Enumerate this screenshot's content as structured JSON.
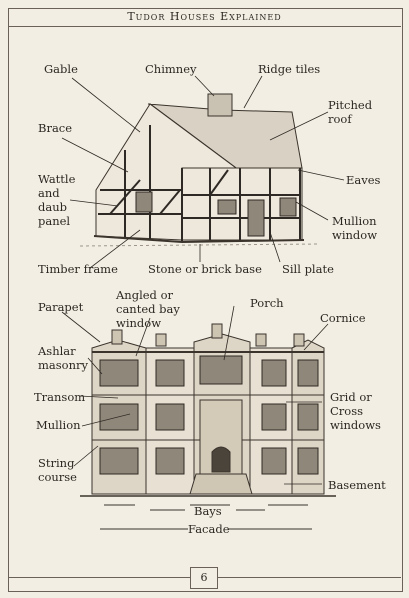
{
  "header": {
    "title": "Tudor Houses Explained"
  },
  "cottage_labels": {
    "gable": "Gable",
    "chimney": "Chimney",
    "ridge_tiles": "Ridge tiles",
    "pitched_roof": "Pitched roof",
    "brace": "Brace",
    "wattle_and_daub": "Wattle and daub panel",
    "eaves": "Eaves",
    "mullion_window": "Mullion window",
    "timber_frame": "Timber frame",
    "stone_or_brick_base": "Stone or brick base",
    "sill_plate": "Sill plate"
  },
  "mansion_labels": {
    "parapet": "Parapet",
    "angled_bay": "Angled or canted bay window",
    "porch": "Porch",
    "cornice": "Cornice",
    "ashlar": "Ashlar masonry",
    "transom": "Transom",
    "mullion": "Mullion",
    "grid_windows": "Grid or Cross windows",
    "string_course": "String course",
    "basement": "Basement",
    "bays": "Bays",
    "facade": "Facade"
  },
  "footer": {
    "page_number": "6"
  }
}
